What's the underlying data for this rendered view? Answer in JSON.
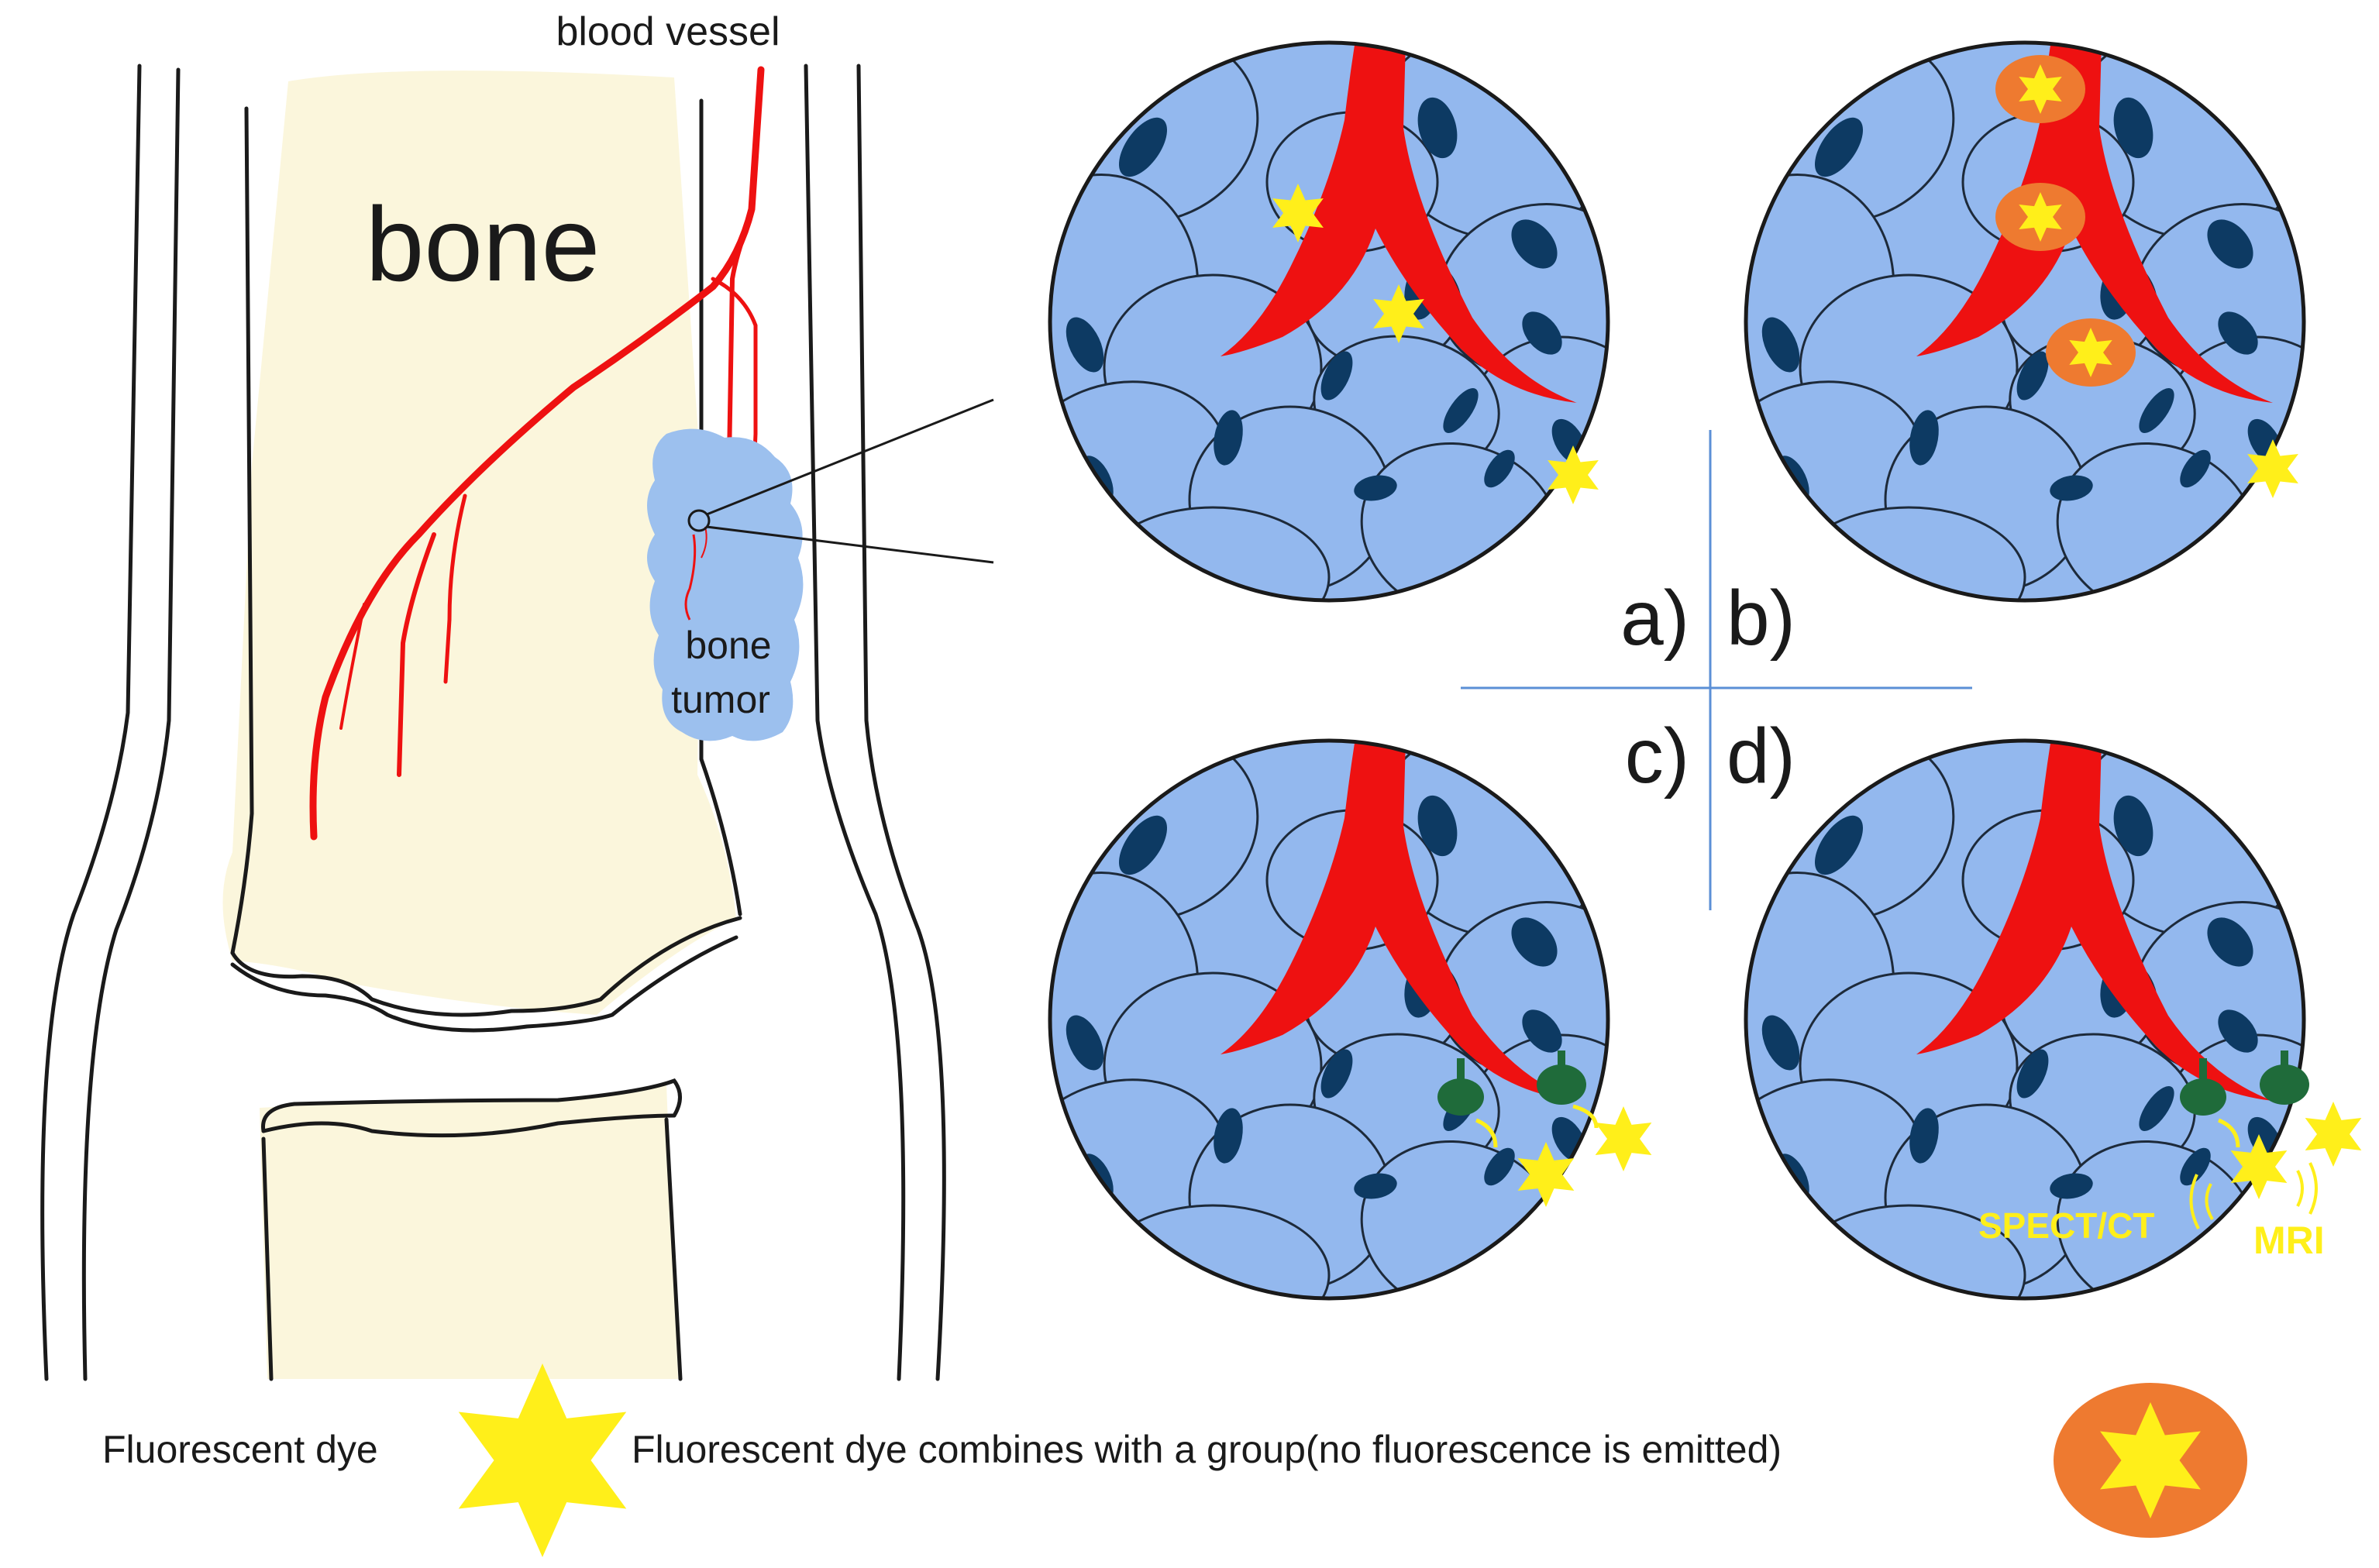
{
  "labels": {
    "blood_vessel": "blood vessel",
    "bone": "bone",
    "bone_tumor_line1": "bone",
    "bone_tumor_line2": "tumor",
    "panel_a": "a)",
    "panel_b": "b)",
    "panel_c": "c)",
    "panel_d": "d)",
    "spect_ct": "SPECT/CT",
    "mri": "MRI"
  },
  "legend": {
    "fluorescent_dye": "Fluorescent dye",
    "dye_combined": "Fluorescent dye combines with a group(no fluorescence is emitted)"
  },
  "colors": {
    "bone_fill": "#fbf6dc",
    "tumor_fill": "#9cc0ee",
    "cell_fill": "#93b8ee",
    "nucleus": "#0d3a63",
    "vessel": "#ee1111",
    "dye": "#ffef1a",
    "quencher": "#ee7a30",
    "receptor": "#1f6b3a",
    "divider": "#5b8fd6"
  },
  "icons": {
    "dye": "six-point-star-icon",
    "quenched_dye": "orange-oval-star-icon",
    "receptor": "green-receptor-icon"
  }
}
